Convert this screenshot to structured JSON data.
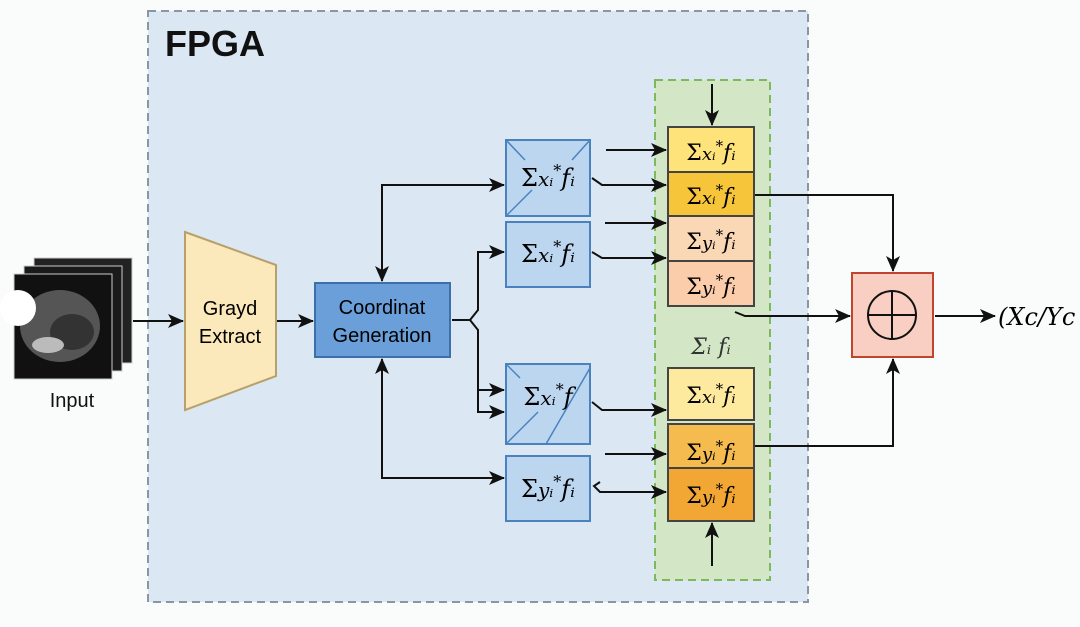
{
  "fpga_label": "FPGA",
  "input_label": "Input",
  "gray_extract": {
    "line1": "Grayd",
    "line2": "Extract"
  },
  "coord_gen": {
    "line1": "Coordinat",
    "line2": "Generation"
  },
  "blue_blocks": [
    {
      "sym": "Σ",
      "var": "xᵢ",
      "fn": "fᵢ"
    },
    {
      "sym": "Σ",
      "var": "xᵢ",
      "fn": "fᵢ"
    },
    {
      "sym": "Σ",
      "var": "xᵢ",
      "fn": "f"
    },
    {
      "sym": "Σ",
      "var": "yᵢ",
      "fn": "fᵢ"
    }
  ],
  "acc_upper": [
    {
      "sym": "Σ",
      "var": "xᵢ",
      "fn": "fᵢ"
    },
    {
      "sym": "Σ",
      "var": "xᵢ",
      "fn": "fᵢ"
    },
    {
      "sym": "Σ",
      "var": "yᵢ",
      "fn": "fᵢ"
    },
    {
      "sym": "Σ",
      "var": "yᵢ",
      "fn": "fᵢ"
    }
  ],
  "acc_lower_label": "Σᵢ fᵢ",
  "acc_lower": [
    {
      "sym": "Σ",
      "var": "xᵢ",
      "fn": "fᵢ"
    },
    {
      "sym": "Σ",
      "var": "yᵢ",
      "fn": "fᵢ"
    },
    {
      "sym": "Σ",
      "var": "yᵢ",
      "fn": "fᵢ"
    }
  ],
  "sum_symbol": "⊕",
  "output_label": "(Xc/Yc",
  "colors": {
    "fpga_bg": "#dbe7f2",
    "green_bg": "#d3e6c6",
    "blue_block": "#bcd6f0",
    "coord_gen": "#6b9fd9",
    "gray_extract": "#fbe8bb",
    "sum_box": "#f8cfc2"
  }
}
